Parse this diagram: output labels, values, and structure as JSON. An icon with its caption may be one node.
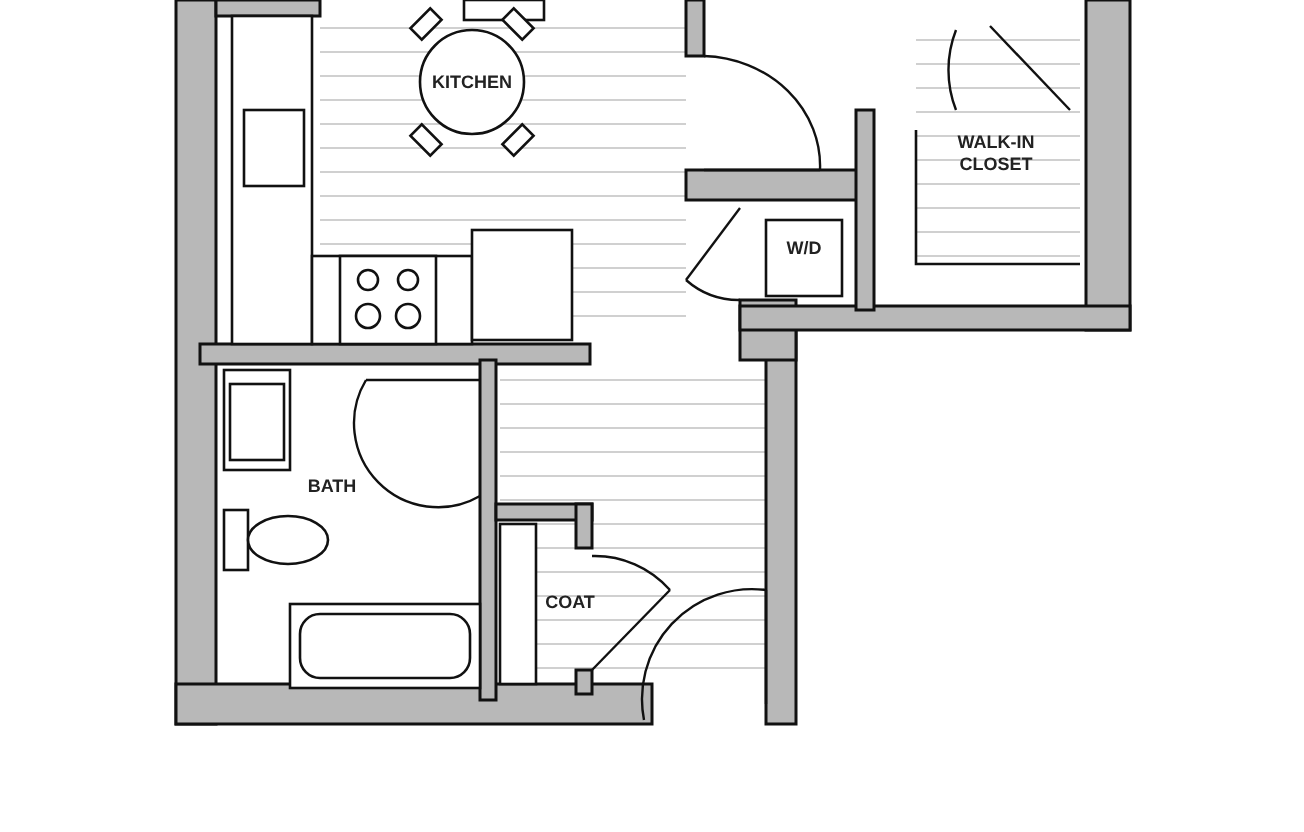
{
  "diagram": {
    "labels": [
      "KITCHEN",
      "WALK-IN CLOSET",
      "W/D",
      "BATH",
      "COAT"
    ]
  }
}
